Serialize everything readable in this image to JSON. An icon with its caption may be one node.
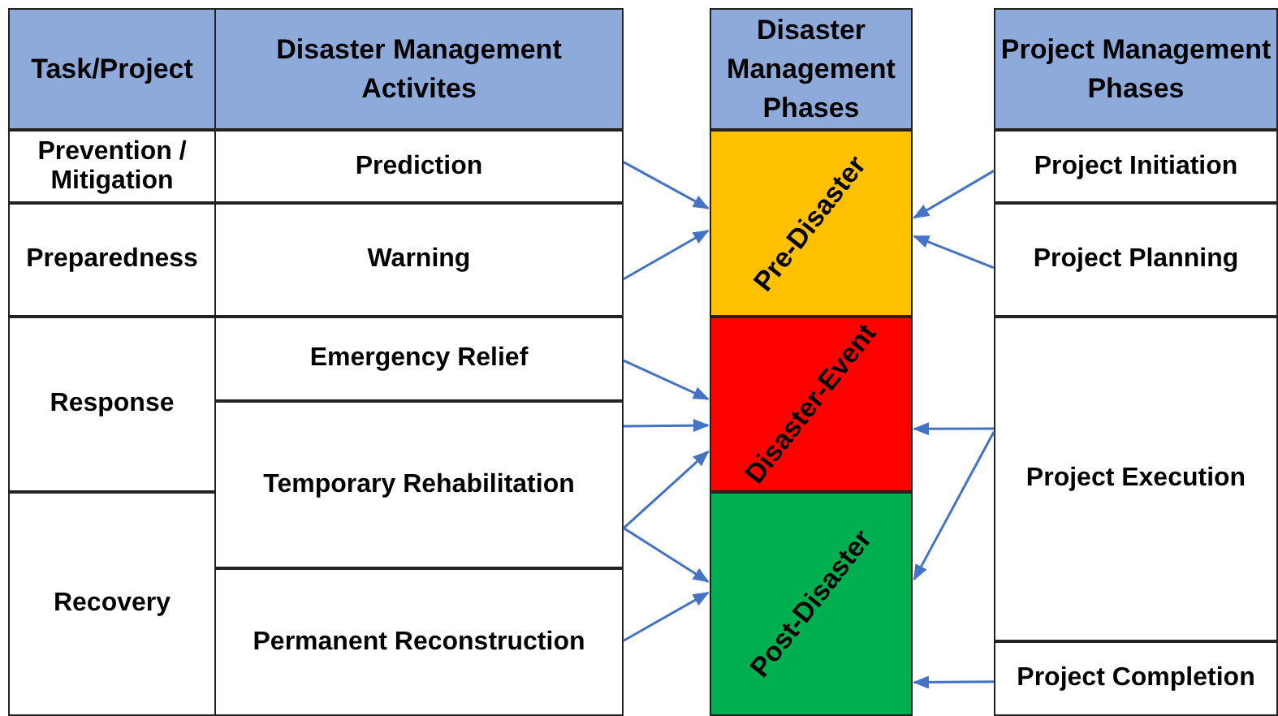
{
  "diagram": {
    "nodes": [
      {
        "text": [
          "Prevention / Mitigation"
        ]
      },
      {
        "text": [
          "Preparedness"
        ]
      },
      {
        "text": [
          "Response"
        ]
      },
      {
        "text": [
          "Recovery"
        ]
      },
      {
        "text": [
          "Prediction"
        ]
      },
      {
        "text": [
          "Warning"
        ]
      },
      {
        "text": [
          "Emergency Relief"
        ]
      },
      {
        "text": [
          "Temporary Rehabilitation"
        ]
      },
      {
        "text": [
          "Permanent Reconstruction"
        ]
      },
      {
        "text": [
          "Pre-Disaster"
        ]
      },
      {
        "text": [
          "Disaster-Event"
        ]
      },
      {
        "text": [
          "Post-Disaster"
        ]
      },
      {
        "text": [
          "Project Initiation"
        ]
      },
      {
        "text": [
          "Project Planning"
        ]
      },
      {
        "text": [
          "Project Execution"
        ]
      },
      {
        "text": [
          "Project Completion"
        ]
      }
    ],
    "edges": [
      {
        "from": 4,
        "to": 9,
        "arrow": "to"
      },
      {
        "from": 5,
        "to": 9,
        "arrow": "to"
      },
      {
        "from": 6,
        "to": 10,
        "arrow": "to"
      },
      {
        "from": 7,
        "to": 10,
        "arrow": "to"
      },
      {
        "from": 7,
        "to": 10,
        "arrow": "to"
      },
      {
        "from": 7,
        "to": 11,
        "arrow": "to"
      },
      {
        "from": 8,
        "to": 11,
        "arrow": "to"
      },
      {
        "from": 12,
        "to": 9,
        "arrow": "to"
      },
      {
        "from": 13,
        "to": 9,
        "arrow": "to"
      },
      {
        "from": 14,
        "to": 10,
        "arrow": "to"
      },
      {
        "from": 14,
        "to": 11,
        "arrow": "to"
      },
      {
        "from": 15,
        "to": 11,
        "arrow": "to"
      }
    ],
    "labels": [
      "Task/Project",
      "Disaster Management Activites",
      "Disaster Management Phases",
      "Project Management Phases"
    ]
  }
}
